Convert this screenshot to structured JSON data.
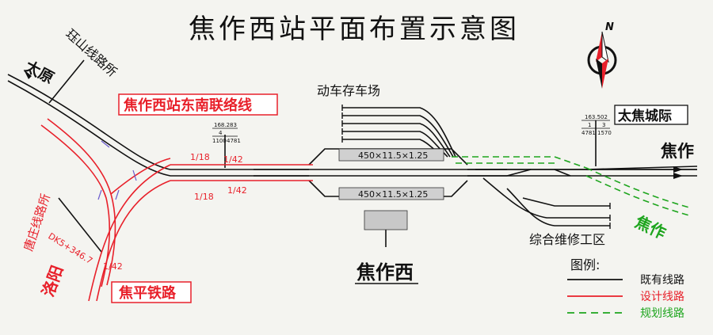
{
  "title": "焦作西站平面布置示意图",
  "compass": {
    "north": "N"
  },
  "labels": {
    "taiyuan": "太原",
    "jueshan": "珏山线路所",
    "southeast_link": "焦作西站东南联络线",
    "dongche": "动车存车场",
    "taijiao": "太焦城际",
    "jiaozuo_east": "焦作",
    "jiaozuo_green": "焦作",
    "tangzhuang": "唐庄线路所",
    "luoyang": "洛阳",
    "jiaoping": "焦平铁路",
    "station": "焦作西",
    "maintenance": "综合维修工区",
    "km_mark": "DK5+346.7"
  },
  "platforms": {
    "upper": "450×11.5×1.25",
    "lower": "450×11.5×1.25"
  },
  "small_labels": {
    "ratio_a": "1/18",
    "ratio_b": "1/42",
    "ratio_c": "1/18",
    "ratio_d": "1/42",
    "ratio_e": "1/42",
    "box_left": {
      "top": "168.283",
      "mid": "4",
      "bl": "1100",
      "br": "4781"
    },
    "box_right": {
      "top": "163.502",
      "ml": "1",
      "mr": "3",
      "bl": "4781",
      "br": "1570"
    }
  },
  "legend": {
    "title": "图例:",
    "items": [
      {
        "label": "既有线路",
        "color": "#111111",
        "style": "solid"
      },
      {
        "label": "设计线路",
        "color": "#e8202a",
        "style": "solid"
      },
      {
        "label": "规划线路",
        "color": "#1ea51e",
        "style": "dashed"
      }
    ]
  },
  "colors": {
    "existing": "#111111",
    "design": "#e8202a",
    "planned": "#1ea51e",
    "background": "#f4f4f0"
  }
}
